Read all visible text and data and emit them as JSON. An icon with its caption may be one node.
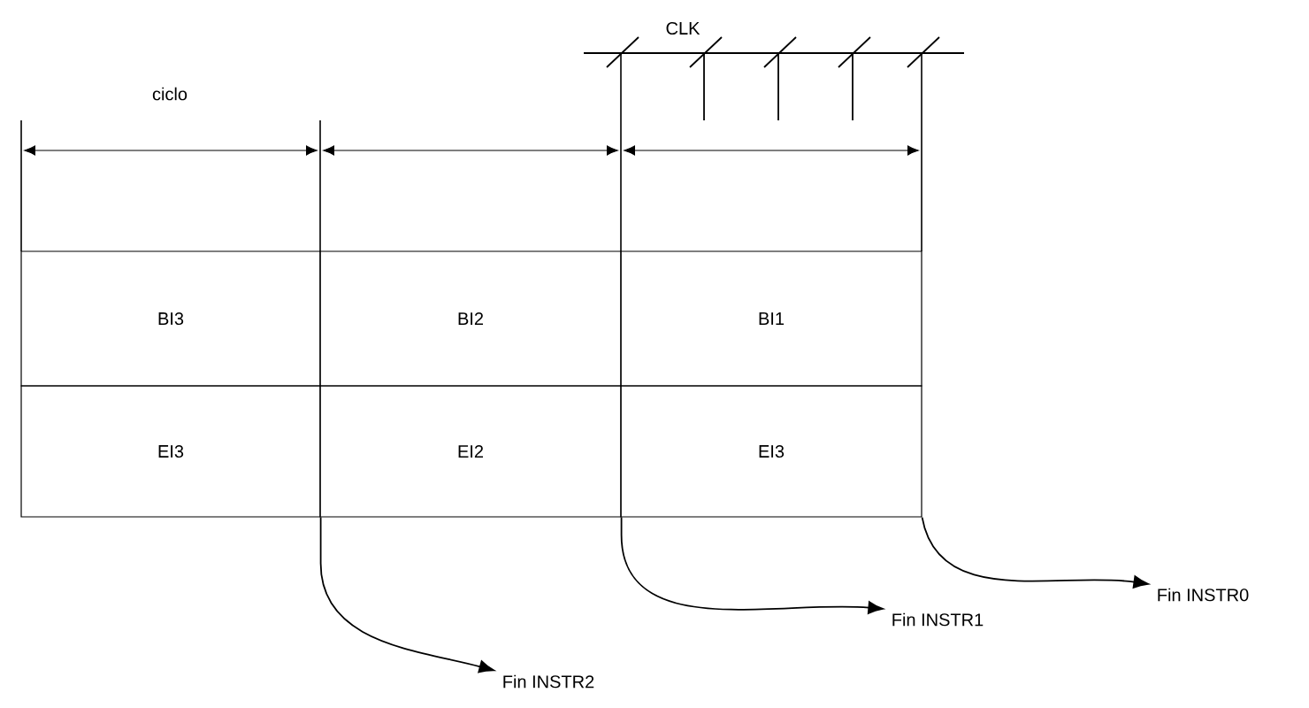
{
  "diagram": {
    "nodes": [
      {
        "text": [
          "BI3"
        ]
      },
      {
        "text": [
          "BI2"
        ]
      },
      {
        "text": [
          "BI1"
        ]
      },
      {
        "text": [
          "EI3"
        ]
      },
      {
        "text": [
          "EI2"
        ]
      },
      {
        "text": [
          "EI3"
        ]
      },
      {
        "text": [
          "Fin INSTR0"
        ]
      },
      {
        "text": [
          "Fin INSTR1"
        ]
      },
      {
        "text": [
          "Fin INSTR2"
        ]
      }
    ],
    "edges": [
      {
        "from": 5,
        "to": 6,
        "arrow": "to"
      },
      {
        "from": 4,
        "to": 7,
        "arrow": "to"
      },
      {
        "from": 3,
        "to": 8,
        "arrow": "to"
      }
    ],
    "labels": [
      "CLK",
      "ciclo"
    ]
  }
}
